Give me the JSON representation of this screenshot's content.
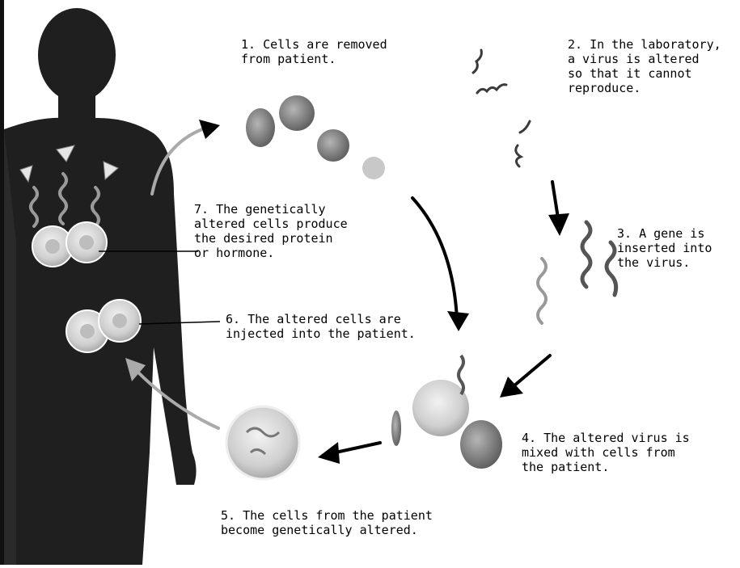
{
  "steps": {
    "s1": "1. Cells are removed\n   from patient.",
    "s2": "2. In the laboratory,\n   a virus is altered\n   so that it cannot\n   reproduce.",
    "s3": "3. A gene is\n   inserted into\n   the virus.",
    "s4": "4. The altered virus is\n   mixed with cells from\n   the patient.",
    "s5": "5. The cells from the patient\n   become genetically altered.",
    "s6": "6. The altered cells are\n   injected into the patient.",
    "s7": "7. The genetically\n   altered cells produce\n   the desired protein\n   or hormone."
  },
  "colors": {
    "silhouette": "#1f1f1f",
    "cell_fill": "#d8d8d8",
    "cell_dark": "#8a8a8a",
    "arrow": "#000000",
    "arrow_light": "#bdbdbd"
  }
}
